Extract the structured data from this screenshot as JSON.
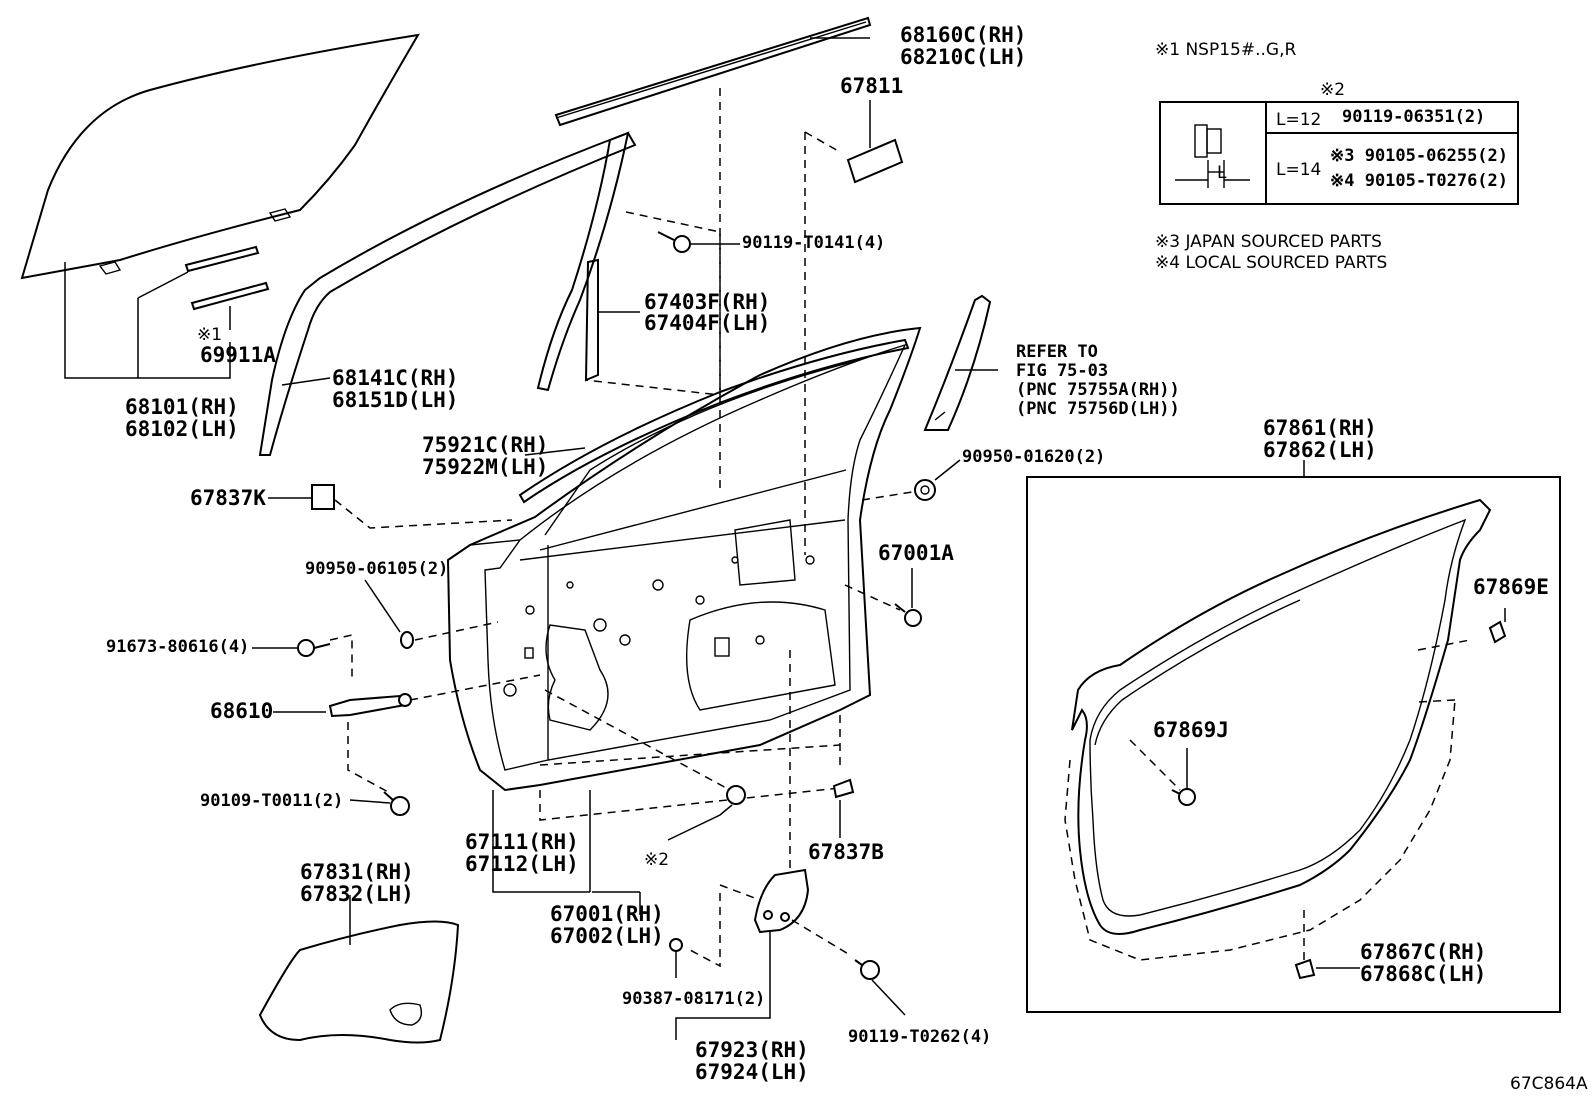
{
  "notes": {
    "n1": "※1 NSP15#..G,R",
    "n2_header": "※2",
    "n3": "※3 JAPAN SOURCED PARTS",
    "n4": "※4 LOCAL SOURCED PARTS"
  },
  "fastener_table": {
    "rows": [
      {
        "length": "L=12",
        "parts": [
          "90119-06351(2)"
        ]
      },
      {
        "length": "L=14",
        "parts": [
          "※3 90105-06255(2)",
          "※4 90105-T0276(2)"
        ]
      }
    ],
    "dim_label": "L"
  },
  "labels": {
    "p68160": "68160C(RH)",
    "p68210": "68210C(LH)",
    "p67811": "67811",
    "p90119_t0141": "90119-T0141(4)",
    "p67403": "67403F(RH)",
    "p67404": "67404F(LH)",
    "mark1": "※1",
    "p69911": "69911A",
    "p68141": "68141C(RH)",
    "p68151": "68151D(LH)",
    "p68101": "68101(RH)",
    "p68102": "68102(LH)",
    "refer1": "REFER TO",
    "refer2": "FIG 75-03",
    "refer3": "(PNC 75755A(RH))",
    "refer4": "(PNC 75756D(LH))",
    "p75921": "75921C(RH)",
    "p75922": "75922M(LH)",
    "p90950_01620": "90950-01620(2)",
    "p67837k": "67837K",
    "p67861": "67861(RH)",
    "p67862": "67862(LH)",
    "p67001a": "67001A",
    "p90950_06105": "90950-06105(2)",
    "p91673": "91673-80616(4)",
    "p68610": "68610",
    "p90109": "90109-T0011(2)",
    "p67869e": "67869E",
    "p67869j": "67869J",
    "p67111": "67111(RH)",
    "p67112": "67112(LH)",
    "mark2": "※2",
    "p67837b": "67837B",
    "p67831": "67831(RH)",
    "p67832": "67832(LH)",
    "p67001": "67001(RH)",
    "p67002": "67002(LH)",
    "p90387": "90387-08171(2)",
    "p90119_t0262": "90119-T0262(4)",
    "p67923": "67923(RH)",
    "p67924": "67924(LH)",
    "p67867": "67867C(RH)",
    "p67868": "67868C(LH)"
  },
  "figure_code": "67C864A"
}
